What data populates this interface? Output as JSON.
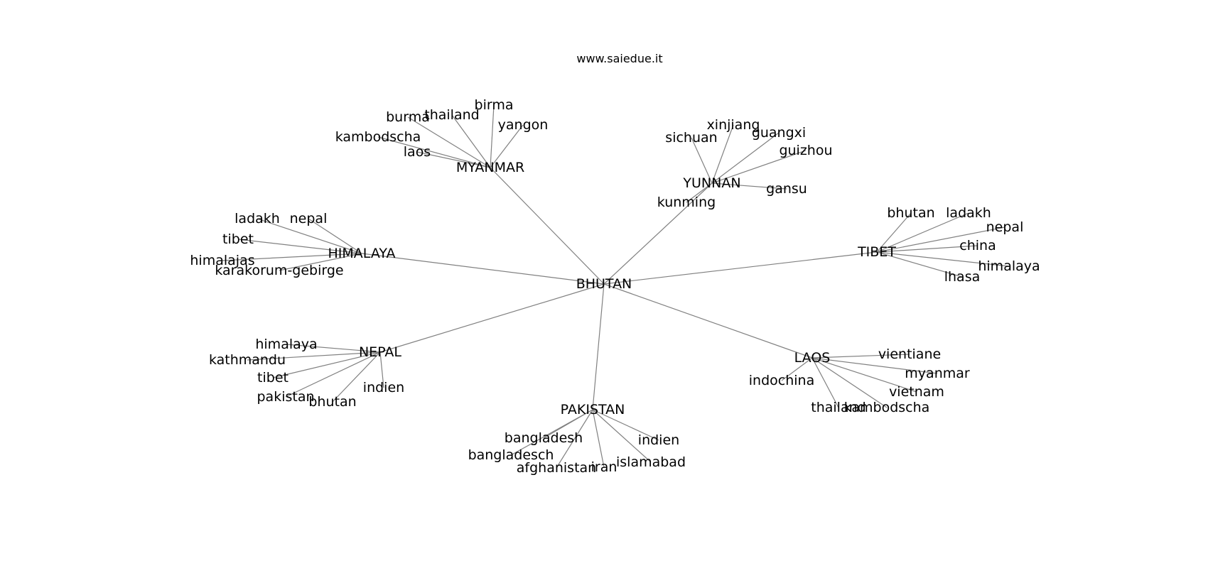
{
  "title": "www.saiedue.it",
  "center": "BHUTAN",
  "clusters": [
    {
      "hub": "MYANMAR",
      "leaves": [
        "birma",
        "thailand",
        "yangon",
        "burma",
        "kambodscha",
        "laos"
      ]
    },
    {
      "hub": "YUNNAN",
      "leaves": [
        "xinjiang",
        "guangxi",
        "sichuan",
        "guizhou",
        "gansu",
        "kunming"
      ]
    },
    {
      "hub": "HIMALAYA",
      "leaves": [
        "ladakh",
        "nepal",
        "tibet",
        "himalajas",
        "karakorum-gebirge"
      ]
    },
    {
      "hub": "TIBET",
      "leaves": [
        "bhutan",
        "ladakh",
        "nepal",
        "china",
        "himalaya",
        "lhasa"
      ]
    },
    {
      "hub": "NEPAL",
      "leaves": [
        "himalaya",
        "kathmandu",
        "tibet",
        "pakistan",
        "bhutan",
        "indien"
      ]
    },
    {
      "hub": "LAOS",
      "leaves": [
        "vientiane",
        "myanmar",
        "indochina",
        "vietnam",
        "thailand",
        "kambodscha"
      ]
    },
    {
      "hub": "PAKISTAN",
      "leaves": [
        "bangladesh",
        "bangladesch",
        "afghanistan",
        "iran",
        "islamabad",
        "indien"
      ]
    }
  ]
}
